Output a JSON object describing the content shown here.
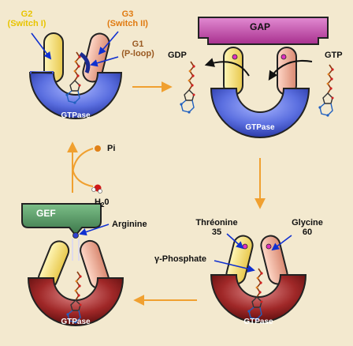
{
  "labels": {
    "g2": "G2",
    "g2_sub": "(Switch I)",
    "g3": "G3",
    "g3_sub": "(Switch II)",
    "g1": "G1",
    "g1_sub": "(P-loop)",
    "gtpase": "GTPase",
    "gap": "GAP",
    "gdp": "GDP",
    "gtp": "GTP",
    "pi": "Pi",
    "h2o": "H",
    "h2o_sub": "2",
    "h2o_tail": "0",
    "gef": "GEF",
    "arginine": "Arginine",
    "threonine": "Thréonine",
    "threonine_num": "35",
    "glycine": "Glycine",
    "glycine_num": "60",
    "gamma_phosphate": "γ-Phosphate"
  },
  "colors": {
    "background": "#f3e9cf",
    "gtpase_blue": "#5b6fe0",
    "gtpase_red": "#a02828",
    "switch_yellow": "#f5e27a",
    "switch_peach": "#f0b59e",
    "gap_magenta": "#c04aa8",
    "gef_green": "#4c8a5a",
    "arrow_orange": "#f0a030",
    "label_yellow": "#e8c400",
    "label_orange": "#e07a10",
    "label_brown": "#9a5a22",
    "pointer_blue": "#1030d0"
  },
  "icons": [
    "arrow-icon",
    "molecule-icon",
    "water-molecule-icon",
    "phosphate-dot-icon"
  ]
}
